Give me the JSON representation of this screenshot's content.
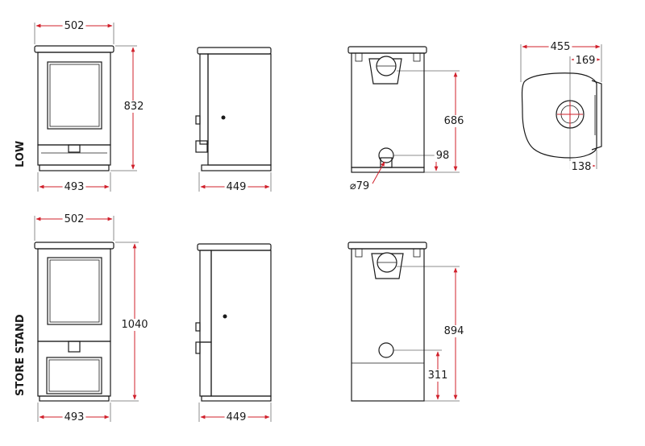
{
  "rows": {
    "low": "LOW",
    "stand": "STORE STAND"
  },
  "dimensions": {
    "low_width_top": "502",
    "low_height": "832",
    "low_width_bottom": "493",
    "low_side_depth": "449",
    "low_flue_height": "686",
    "low_rear_outlet_height": "98",
    "low_diameter": "⌀79",
    "top_width": "455",
    "top_offset_a": "169",
    "top_offset_b": "138",
    "stand_width_top": "502",
    "stand_height": "1040",
    "stand_width_bottom": "493",
    "stand_side_depth": "449",
    "stand_flue_height": "894",
    "stand_rear_outlet_height": "311"
  },
  "colors": {
    "dimension_line": "#d0202b",
    "outline": "#1a1a1a"
  }
}
